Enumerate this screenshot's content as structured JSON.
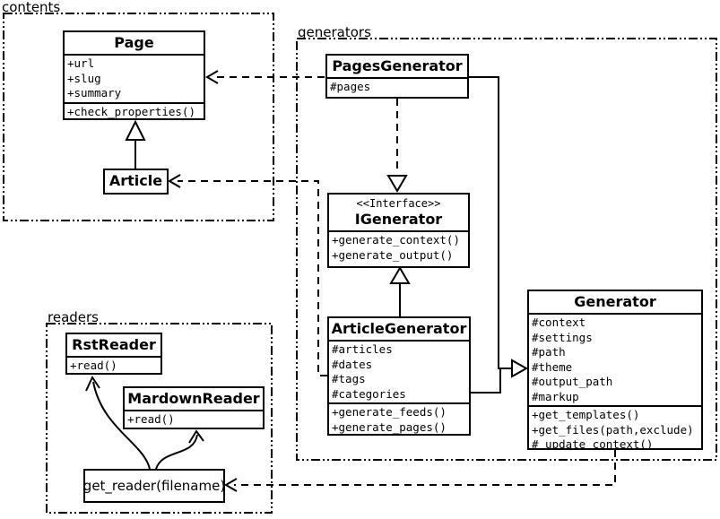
{
  "colors": {
    "line": "#000000",
    "background": "#ffffff"
  },
  "packages": {
    "contents": {
      "label": "contents"
    },
    "generators": {
      "label": "generators"
    },
    "readers": {
      "label": "readers"
    }
  },
  "classes": {
    "page": {
      "title": "Page",
      "attributes": [
        "+url",
        "+slug",
        "+summary"
      ],
      "methods": [
        "+check_properties()"
      ]
    },
    "article": {
      "title": "Article"
    },
    "pages_generator": {
      "title": "PagesGenerator",
      "attributes": [
        "#pages"
      ]
    },
    "igenerator": {
      "stereotype": "<<Interface>>",
      "title": "IGenerator",
      "methods": [
        "+generate_context()",
        "+generate_output()"
      ]
    },
    "article_generator": {
      "title": "ArticleGenerator",
      "attributes": [
        "#articles",
        "#dates",
        "#tags",
        "#categories"
      ],
      "methods": [
        "+generate_feeds()",
        "+generate_pages()"
      ]
    },
    "generator": {
      "title": "Generator",
      "attributes": [
        "#context",
        "#settings",
        "#path",
        "#theme",
        "#output_path",
        "#markup"
      ],
      "methods": [
        "+get_templates()",
        "+get_files(path,exclude)",
        "#_update_context()"
      ]
    },
    "rst_reader": {
      "title": "RstReader",
      "methods": [
        "+read()"
      ]
    },
    "mardown_reader": {
      "title": "MardownReader",
      "methods": [
        "+read()"
      ]
    },
    "get_reader": {
      "title": "get_reader(filename)"
    }
  },
  "relationships": [
    {
      "from": "Article",
      "to": "Page",
      "type": "generalization"
    },
    {
      "from": "PagesGenerator",
      "to": "IGenerator",
      "type": "realization"
    },
    {
      "from": "ArticleGenerator",
      "to": "IGenerator",
      "type": "generalization"
    },
    {
      "from": "PagesGenerator",
      "to": "Generator",
      "type": "generalization"
    },
    {
      "from": "ArticleGenerator",
      "to": "Generator",
      "type": "generalization"
    },
    {
      "from": "PagesGenerator",
      "to": "Page",
      "type": "dependency"
    },
    {
      "from": "ArticleGenerator",
      "to": "Article",
      "type": "dependency"
    },
    {
      "from": "Generator",
      "to": "get_reader(filename)",
      "type": "dependency"
    },
    {
      "from": "get_reader(filename)",
      "to": "RstReader",
      "type": "arrow"
    },
    {
      "from": "get_reader(filename)",
      "to": "MardownReader",
      "type": "arrow"
    }
  ]
}
